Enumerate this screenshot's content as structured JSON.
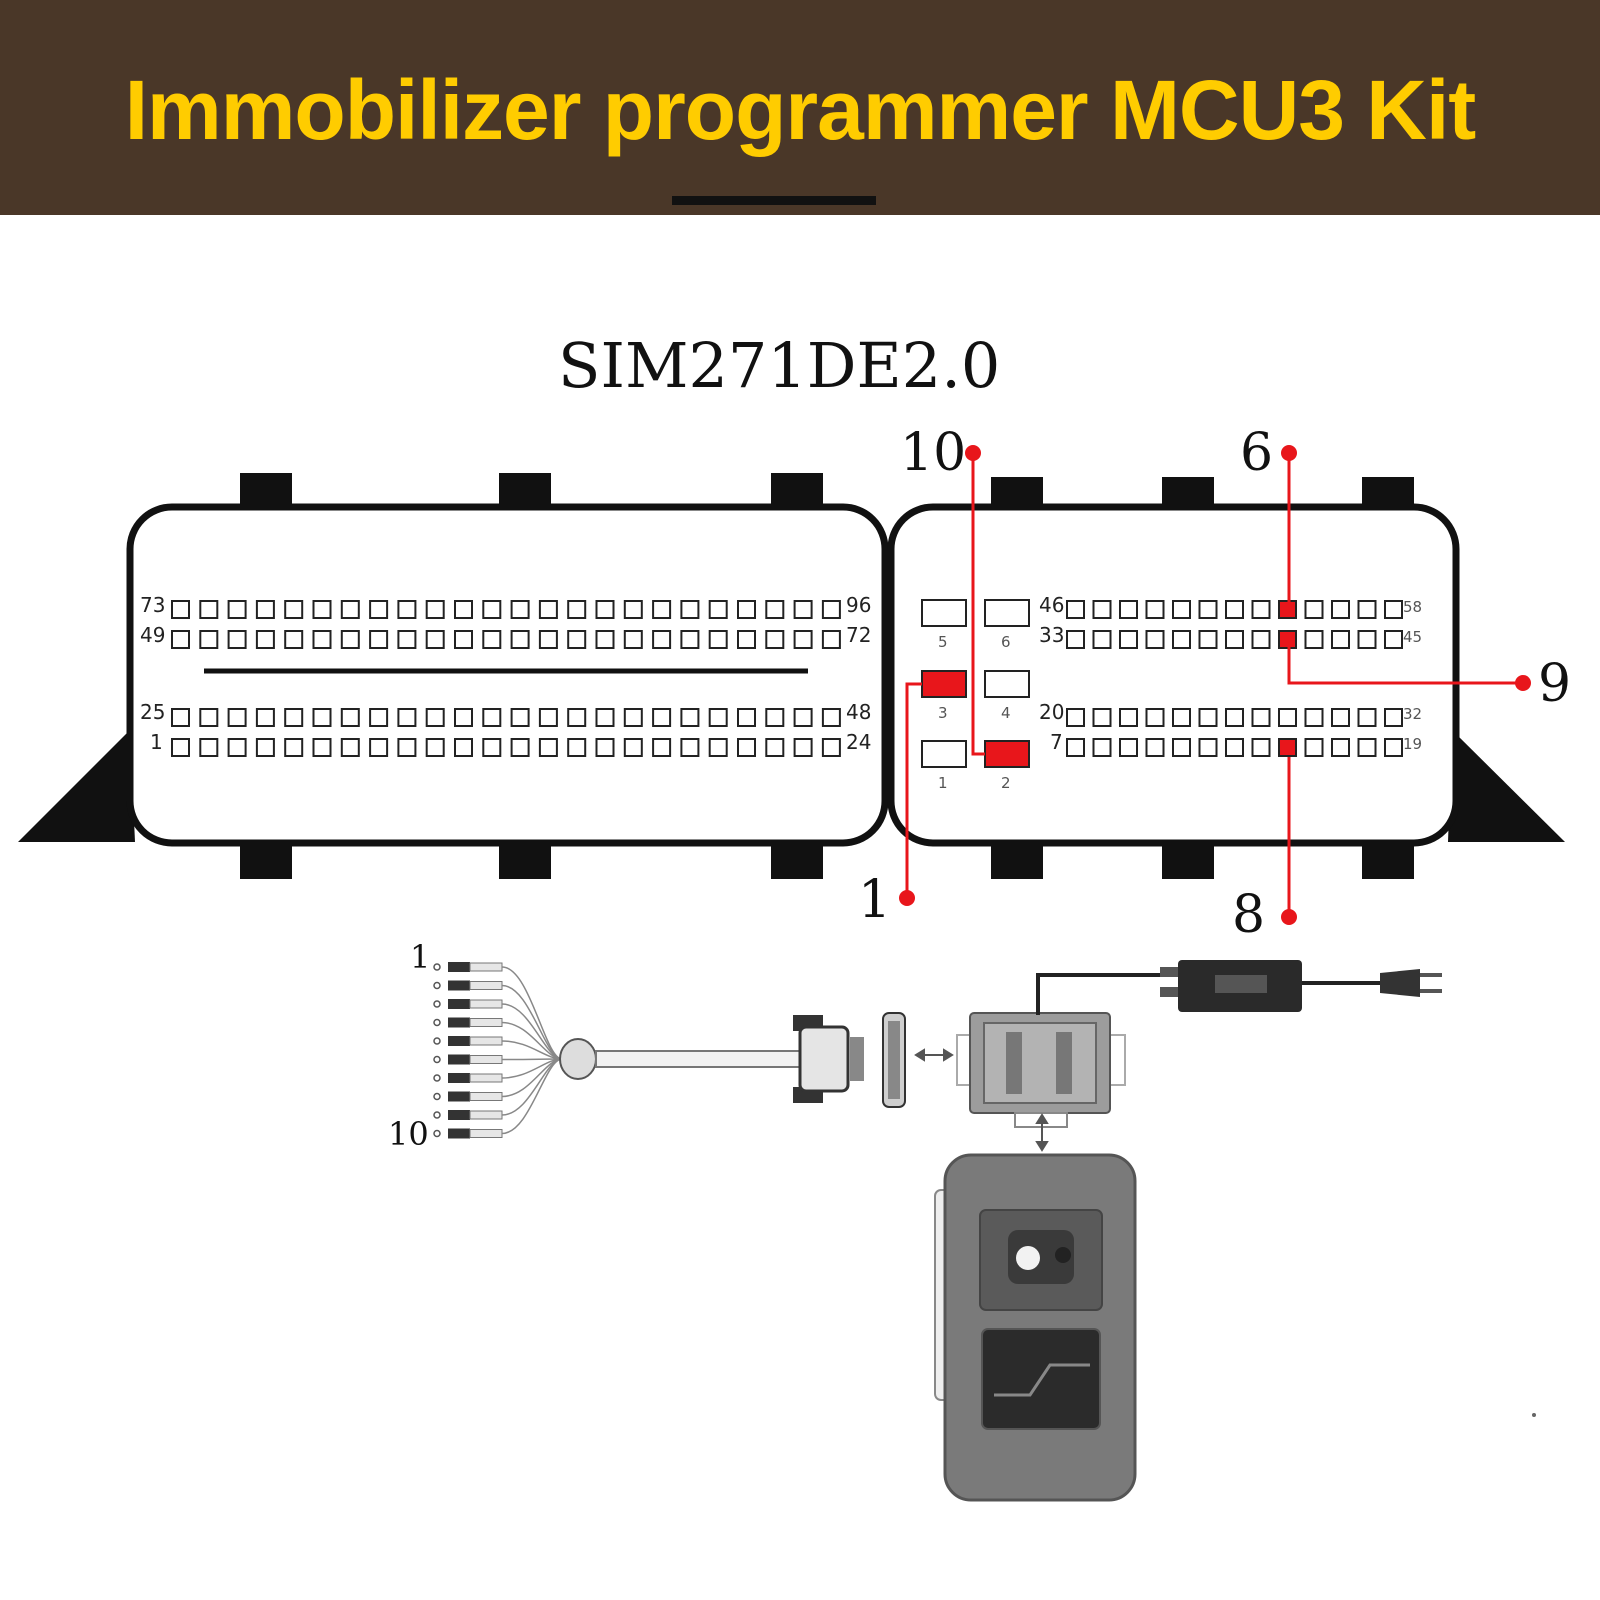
{
  "header": {
    "title": "Immobilizer programmer MCU3 Kit"
  },
  "diagram": {
    "ecu_name": "SIM271DE2.0",
    "left_connector": {
      "row_labels": [
        {
          "left": "73",
          "right": "96"
        },
        {
          "left": "49",
          "right": "72"
        },
        {
          "left": "25",
          "right": "48"
        },
        {
          "left": "1",
          "right": "24"
        }
      ]
    },
    "right_connector": {
      "power_pins": [
        "5",
        "6",
        "3",
        "4",
        "1",
        "2"
      ],
      "row_labels": [
        {
          "left": "46",
          "right": "58"
        },
        {
          "left": "33",
          "right": "45"
        },
        {
          "left": "20",
          "right": "32"
        },
        {
          "left": "7",
          "right": "19"
        }
      ]
    },
    "callouts": [
      "10",
      "6",
      "9",
      "1",
      "8"
    ],
    "wire_labels": {
      "first": "1",
      "last": "10"
    }
  },
  "colors": {
    "header_bg": "#4a3728",
    "title": "#ffcc00",
    "highlight": "#e8161b",
    "device": "#7a7a7a"
  }
}
